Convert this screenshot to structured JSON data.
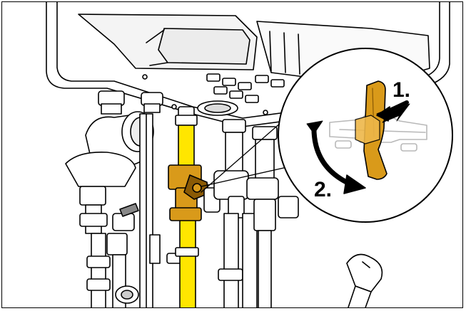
{
  "figure": {
    "callout": {
      "step_1": "1.",
      "step_2": "2."
    }
  },
  "colors": {
    "gas_pipe_yellow": "#ffe600",
    "valve_brass": "#d99a1a",
    "valve_dark": "#8a5a05",
    "line": "#000000",
    "ghost_outline": "#b8b8b8",
    "light_gray": "#e9e9e9"
  },
  "icons": {
    "arrow_1": "straight-arrow",
    "arrow_2": "curved-arrow"
  }
}
